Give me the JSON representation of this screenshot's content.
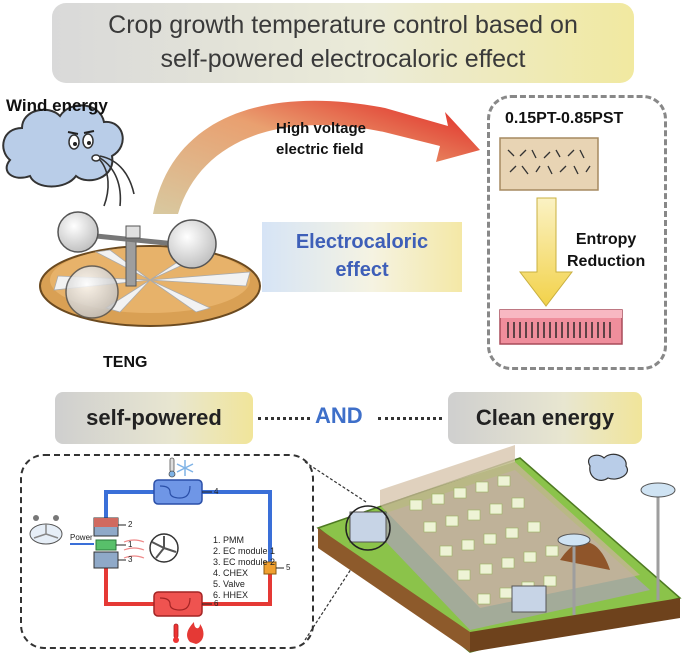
{
  "title": {
    "line1": "Crop growth temperature control based on",
    "line2": "self-powered electrocaloric effect"
  },
  "labels": {
    "wind_energy": "Wind energy",
    "high_voltage_1": "High voltage",
    "high_voltage_2": "electric field",
    "teng": "TENG",
    "material": "0.15PT-0.85PST",
    "entropy_1": "Entropy",
    "entropy_2": "Reduction",
    "electrocaloric_1": "Electrocaloric",
    "electrocaloric_2": "effect"
  },
  "bottom_row": {
    "left": "self-powered",
    "middle": "AND",
    "right": "Clean energy"
  },
  "circuit": {
    "power_label": "Power",
    "legend": [
      "1.  PMM",
      "2.  EC module 1",
      "3.  EC module 2",
      "4.  CHEX",
      "5.  Valve",
      "6.  HHEX"
    ],
    "callouts": [
      "1",
      "2",
      "3",
      "4",
      "5",
      "6"
    ]
  },
  "colors": {
    "title_gradient_start": "#d9d9d9",
    "title_gradient_end": "#f1e9a0",
    "electrocaloric_text": "#3e5fb8",
    "and_text": "#3e6fc9",
    "cold_loop": "#3a6fd8",
    "hot_loop": "#e53935",
    "arrow_red": "#e02020",
    "arrow_yellow": "#f2d24a"
  },
  "icons": [
    "cloud-face-icon",
    "wind-turbine-icon",
    "snowflake-icon",
    "thermometer-icon",
    "fire-icon",
    "fan-icon",
    "greenhouse-illustration"
  ]
}
